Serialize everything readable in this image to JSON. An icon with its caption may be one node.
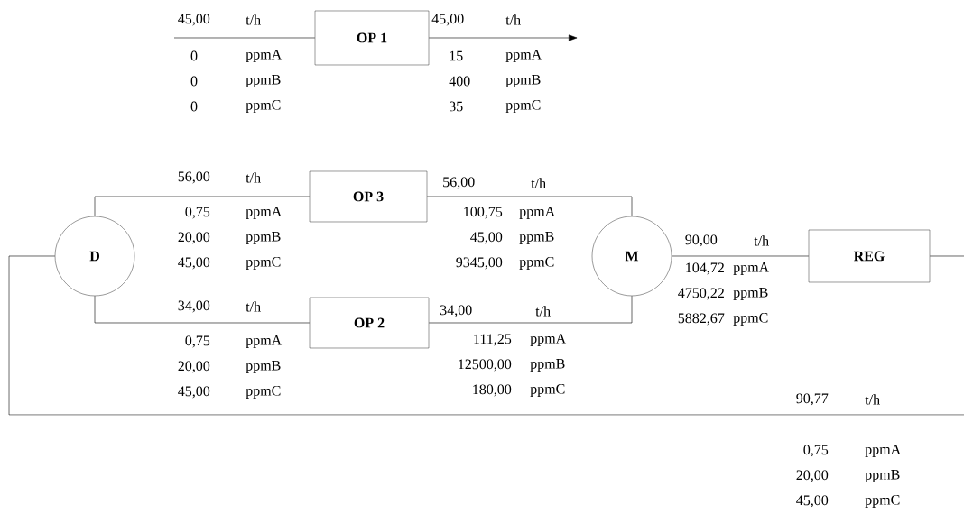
{
  "diagram": {
    "nodes": [
      {
        "text": [
          "OP 1"
        ]
      },
      {
        "text": [
          "D"
        ]
      },
      {
        "text": [
          "OP 3"
        ]
      },
      {
        "text": [
          "M"
        ]
      },
      {
        "text": [
          "OP 2"
        ]
      },
      {
        "text": [
          "REG"
        ]
      }
    ],
    "edges": [
      {
        "from": null,
        "to": 0,
        "arrow": "none"
      },
      {
        "from": 0,
        "to": null,
        "arrow": "to"
      },
      {
        "from": 1,
        "to": 2,
        "arrow": "none"
      },
      {
        "from": 2,
        "to": 3,
        "arrow": "none"
      },
      {
        "from": 1,
        "to": 4,
        "arrow": "none"
      },
      {
        "from": 4,
        "to": 3,
        "arrow": "none"
      },
      {
        "from": 3,
        "to": 5,
        "arrow": "none"
      },
      {
        "from": 5,
        "to": 1,
        "arrow": "none"
      }
    ],
    "labels": [
      "45,00",
      "t/h",
      "0",
      "ppmA",
      "0",
      "ppmB",
      "0",
      "ppmC",
      "45,00",
      "t/h",
      "15",
      "ppmA",
      "400",
      "ppmB",
      "35",
      "ppmC",
      "56,00",
      "t/h",
      "0,75",
      "ppmA",
      "20,00",
      "ppmB",
      "45,00",
      "ppmC",
      "56,00",
      "t/h",
      "100,75",
      "ppmA",
      "45,00",
      "ppmB",
      "9345,00",
      "ppmC",
      "90,00",
      "t/h",
      "104,72",
      "ppmA",
      "4750,22",
      "ppmB",
      "5882,67",
      "ppmC",
      "34,00",
      "t/h",
      "0,75",
      "ppmA",
      "20,00",
      "ppmB",
      "45,00",
      "ppmC",
      "34,00",
      "t/h",
      "111,25",
      "ppmA",
      "12500,00",
      "ppmB",
      "180,00",
      "ppmC",
      "90,77",
      "t/h",
      "0,75",
      "ppmA",
      "20,00",
      "ppmB",
      "45,00",
      "ppmC"
    ]
  }
}
